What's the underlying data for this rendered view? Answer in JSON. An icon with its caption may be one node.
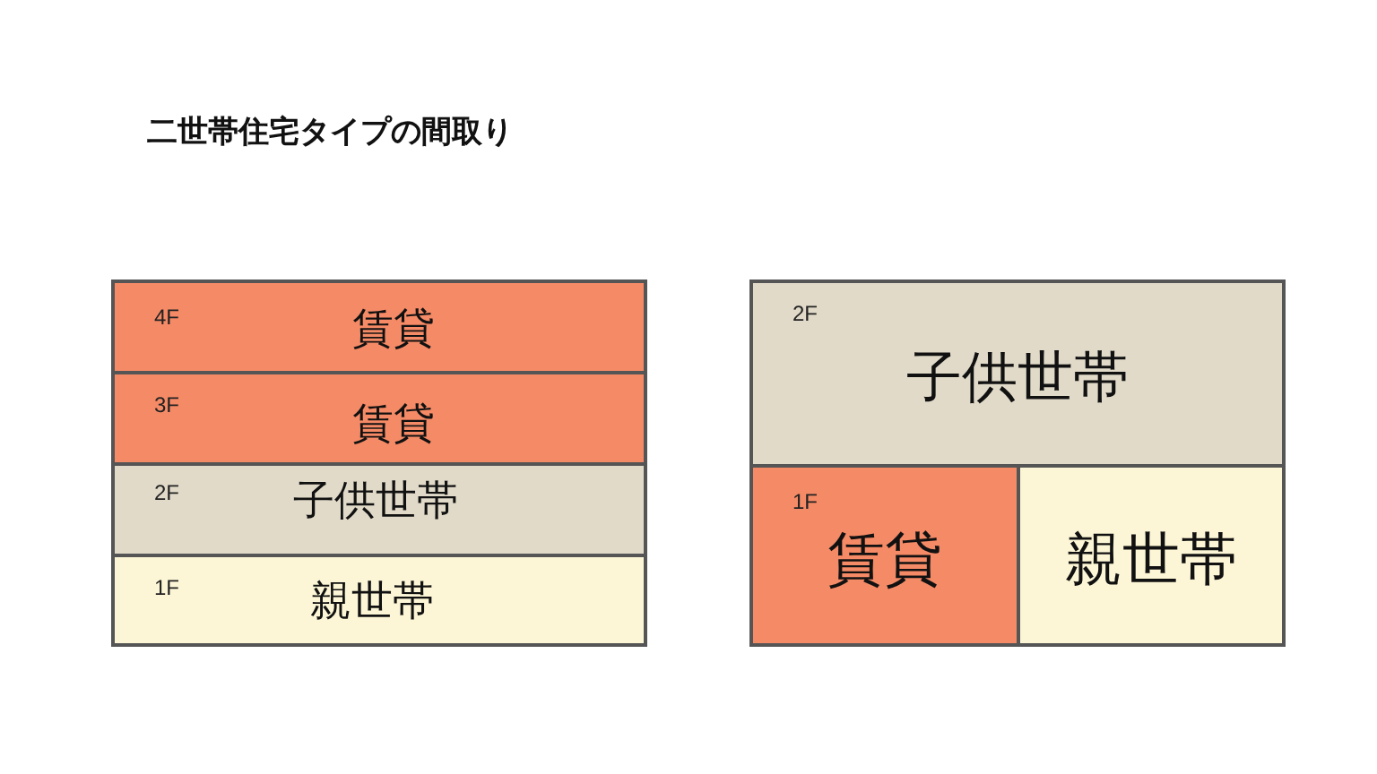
{
  "diagram": {
    "title": "二世帯住宅タイプの間取り",
    "nodes": [
      {
        "text": [
          "4F",
          "賃貸"
        ]
      },
      {
        "text": [
          "3F",
          "賃貸"
        ]
      },
      {
        "text": [
          "2F",
          "子供世帯"
        ]
      },
      {
        "text": [
          "1F",
          "親世帯"
        ]
      },
      {
        "text": [
          "2F",
          "子供世帯"
        ]
      },
      {
        "text": [
          "1F",
          "賃貸"
        ]
      },
      {
        "text": [
          "親世帯"
        ]
      }
    ]
  }
}
